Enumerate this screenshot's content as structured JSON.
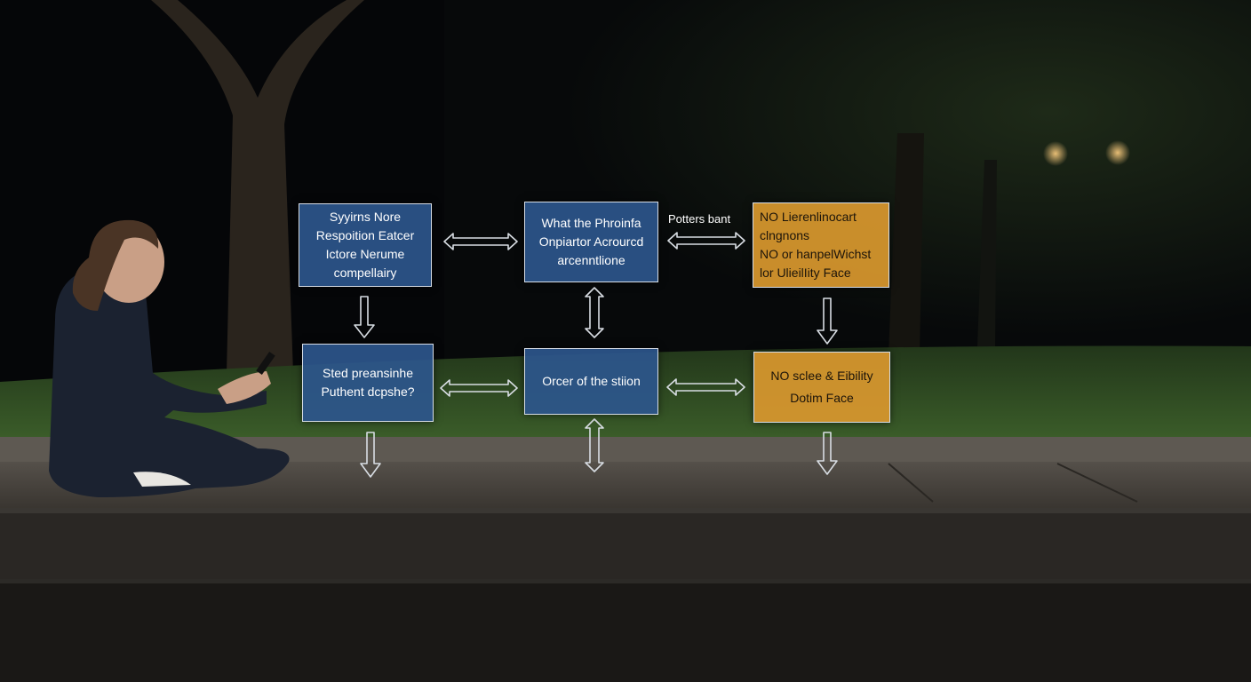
{
  "colors": {
    "box_blue": "#2c568c",
    "box_orange": "#d6962e",
    "arrow": "#d8dde3"
  },
  "boxes": {
    "b1": {
      "lines": [
        "Syyirns Nore",
        "Respoition Eatcer",
        "Ictore Nerume",
        "compellairy"
      ]
    },
    "b2": {
      "lines": [
        "What the Phroinfa",
        "Onpiartor Acrourcd",
        "arcenntlione"
      ]
    },
    "b3": {
      "lines": [
        "NO Lierenlinocart",
        "clngnons",
        "NO or hanpelWichst",
        "lor UlieilIity Face"
      ]
    },
    "b4": {
      "lines": [
        "Sted preansinhe",
        "Puthent dcpshe?"
      ]
    },
    "b5": {
      "lines": [
        "Orcer of the stiion"
      ]
    },
    "b6": {
      "lines": [
        "NO sclee & Eibility",
        "Dotim Face"
      ]
    }
  },
  "edge_label": "Potters bant",
  "icons": {
    "double_arrow": "double-arrow-icon",
    "down_arrow": "down-arrow-icon"
  }
}
